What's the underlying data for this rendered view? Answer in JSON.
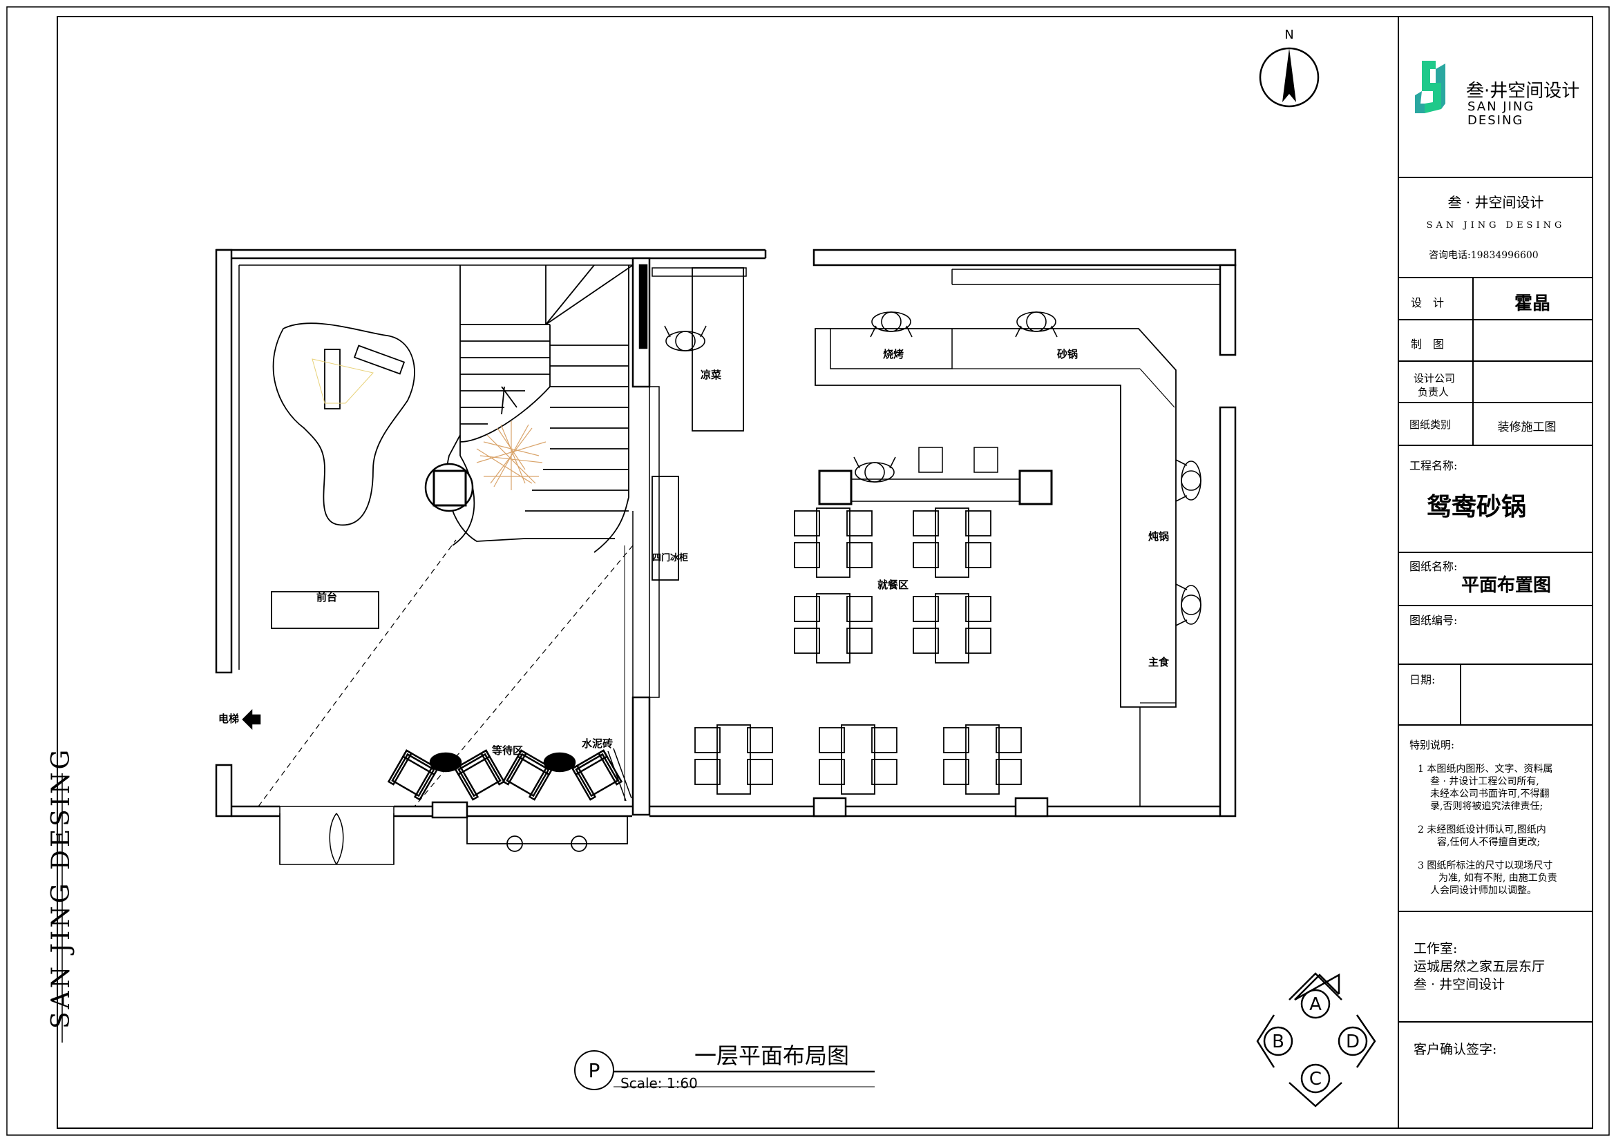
{
  "title_block": {
    "logo_cn": "叁·井空间设计",
    "logo_en_line1": "SAN JING",
    "logo_en_line2": "DESING",
    "company_cn": "叁 · 井空间设计",
    "company_en": "SAN JING DESING",
    "contact": "咨询电话:19834996600",
    "design_label": "设　计",
    "design_value": "霍晶",
    "drafting_label": "制　图",
    "drafting_value": "",
    "owner_label_1": "设计公司",
    "owner_label_2": "负责人",
    "owner_value": "",
    "category_label": "图纸类别",
    "category_value": "装修施工图",
    "project_label": "工程名称:",
    "project_value": "鸳鸯砂锅",
    "drawing_label": "图纸名称:",
    "drawing_value": "平面布置图",
    "number_label": "图纸编号:",
    "number_value": "",
    "date_label": "日期:",
    "date_value": "",
    "notes_title": "特别说明:",
    "notes": [
      [
        "1 本图纸内图形、文字、资料属",
        "叁 · 井设计工程公司所有,",
        "未经本公司书面许可,不得翻",
        "录,否则将被追究法律责任;"
      ],
      [
        "2 未经图纸设计师认可,图纸内",
        "容,任何人不得擅自更改;"
      ],
      [
        "3 图纸所标注的尺寸以现场尺寸",
        "为准, 如有不附, 由施工负责",
        "人会同设计师加以调整。"
      ]
    ],
    "studio_label": "工作室:",
    "studio_line1": "运城居然之家五层东厅",
    "studio_line2": "叁 · 井空间设计",
    "client_sign_label": "客户确认签字:"
  },
  "side_brand": "SAN JING DESING",
  "compass": {
    "label": "N"
  },
  "view_markers": {
    "top": "A",
    "left": "B",
    "bottom": "C",
    "right": "D"
  },
  "plan": {
    "title": "一层平面布局图",
    "symbol": "P",
    "scale": "Scale:  1:60",
    "labels": {
      "reception": "前台",
      "elevator": "电梯",
      "waiting": "等待区",
      "cement_brick": "水泥砖",
      "fridge": "四门冰柜",
      "cold_dish": "凉菜",
      "bbq": "烧烤",
      "casserole": "砂锅",
      "stew_pot": "炖锅",
      "staple": "主食",
      "dining": "就餐区"
    }
  },
  "colors": {
    "line": "#000000",
    "logo_green": "#1fc98a",
    "logo_teal": "#2aa7a0",
    "accent_yellow": "#e8d27a",
    "accent_orange": "#d9a46b"
  }
}
